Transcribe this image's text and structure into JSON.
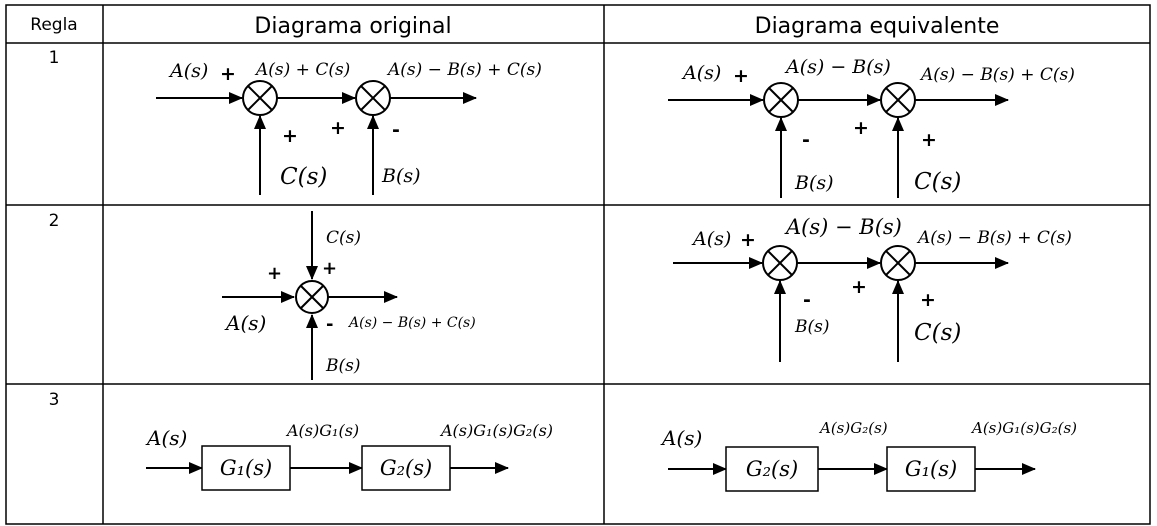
{
  "table": {
    "headers": {
      "rule": "Regla",
      "original": "Diagrama original",
      "equivalent": "Diagrama equivalente"
    },
    "rows": [
      {
        "number": "1",
        "original": {
          "input": "A(s)",
          "in_sign": "+",
          "mid_label": "A(s) + C(s)",
          "out_label": "A(s) − B(s) + C(s)",
          "j1_signal": "C(s)",
          "j1_sign": "+",
          "j2_signal": "B(s)",
          "j2_sign": "-",
          "j2_left_sign": "+"
        },
        "equivalent": {
          "input": "A(s)",
          "in_sign": "+",
          "mid_label": "A(s) − B(s)",
          "out_label": "A(s) − B(s) + C(s)",
          "j1_signal": "B(s)",
          "j1_sign": "-",
          "j2_signal": "C(s)",
          "j2_sign": "+",
          "j2_left_sign": "+"
        }
      },
      {
        "number": "2",
        "original": {
          "input": "A(s)",
          "in_sign": "+",
          "top_signal": "C(s)",
          "top_sign": "+",
          "bottom_signal": "B(s)",
          "bottom_sign": "-",
          "out_label": "A(s) − B(s) + C(s)"
        },
        "equivalent": {
          "input": "A(s)",
          "in_sign": "+",
          "mid_label": "A(s) − B(s)",
          "out_label": "A(s) − B(s) + C(s)",
          "j1_signal": "B(s)",
          "j1_sign": "-",
          "j2_signal": "C(s)",
          "j2_sign": "+",
          "j2_left_sign": "+"
        }
      },
      {
        "number": "3",
        "original": {
          "input": "A(s)",
          "block1": "G₁(s)",
          "block2": "G₂(s)",
          "mid_label": "A(s)G₁(s)",
          "out_label": "A(s)G₁(s)G₂(s)"
        },
        "equivalent": {
          "input": "A(s)",
          "block1": "G₂(s)",
          "block2": "G₁(s)",
          "mid_label": "A(s)G₂(s)",
          "out_label": "A(s)G₁(s)G₂(s)"
        }
      }
    ]
  }
}
